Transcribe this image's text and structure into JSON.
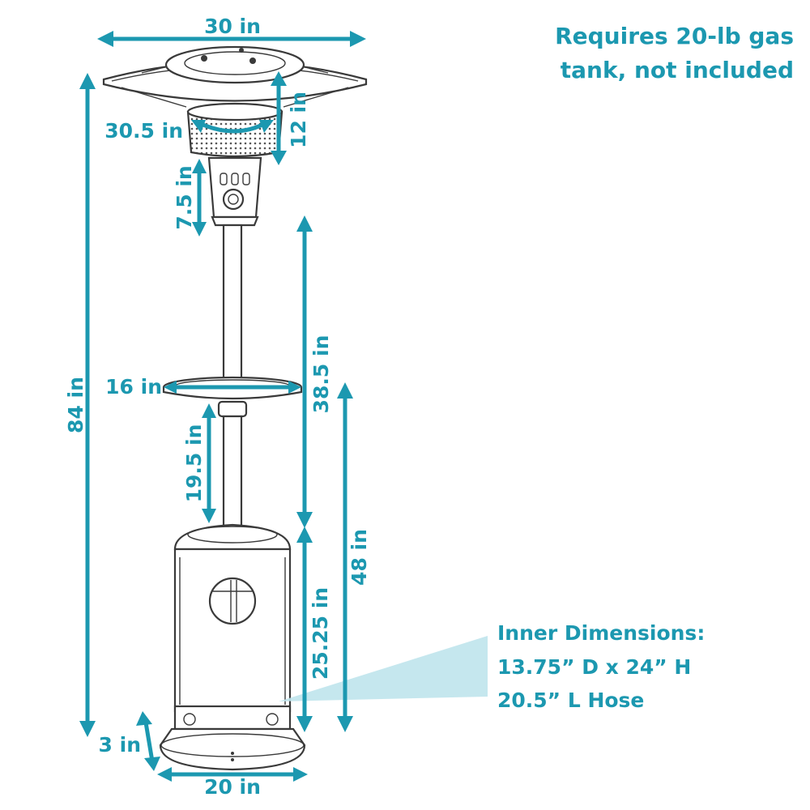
{
  "colors": {
    "accent": "#1c98b0",
    "outline": "#3a3a3a",
    "beam": "#bfe4ec"
  },
  "note": {
    "line1": "Requires 20-lb gas",
    "line2": "tank, not included"
  },
  "dimensions": {
    "top_width": "30 in",
    "top_gap": "12 in",
    "reflector_circumference": "30.5 in",
    "burner_height": "7.5 in",
    "overall_height": "84 in",
    "table_diameter": "16 in",
    "post_upper": "38.5 in",
    "post_lower": "19.5 in",
    "table_height": "48 in",
    "tank_housing": "25.25 in",
    "base_height": "3 in",
    "base_width": "20 in"
  },
  "inner": {
    "title": "Inner Dimensions:",
    "size": "13.75” D x 24” H",
    "hose": "20.5” L Hose"
  }
}
